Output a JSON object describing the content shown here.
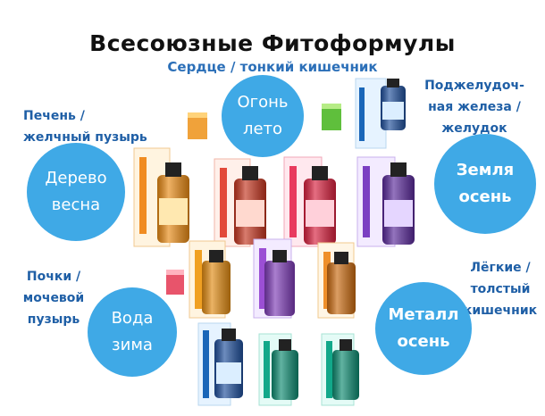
{
  "title": "Всесоюзные  Фитоформулы",
  "subtitle": "Сердце / тонкий кишечник",
  "organs": {
    "liver": [
      "Печень /",
      "желчный пузырь"
    ],
    "pancreas": [
      "Поджелудоч-",
      "ная железа /",
      "желудок"
    ],
    "kidneys": [
      "Почки /",
      "мочевой",
      "пузырь"
    ],
    "lungs": [
      "Лёгкие /",
      "толстый",
      "кишечник"
    ]
  },
  "elements": {
    "fire": [
      "Огонь",
      "лето"
    ],
    "wood": [
      "Дерево",
      "весна"
    ],
    "earth": [
      "Земля",
      "осень"
    ],
    "water": [
      "Вода",
      "зима"
    ],
    "metal": [
      "Металл",
      "осень"
    ]
  },
  "colors": {
    "circle": "#3fa9e6",
    "organ_text": "#1f5fa6",
    "subtitle": "#2b6fb8"
  }
}
